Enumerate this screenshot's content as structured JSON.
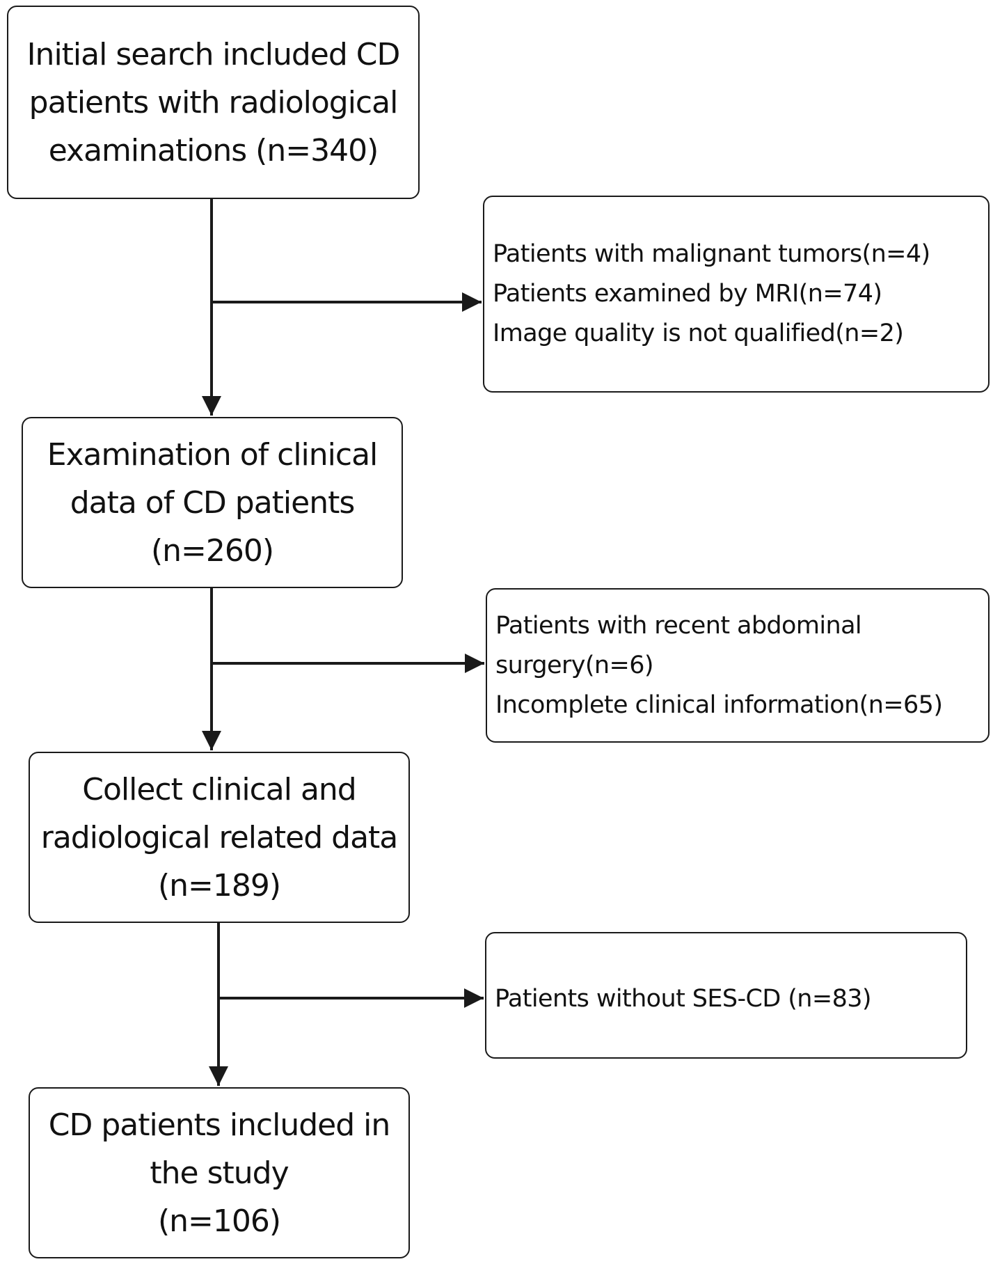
{
  "flowchart": {
    "main_boxes": [
      {
        "lines": [
          "Initial search included CD",
          "patients with radiological",
          "examinations (n=340)"
        ]
      },
      {
        "lines": [
          "Examination of clinical",
          "data of CD patients",
          "(n=260)"
        ]
      },
      {
        "lines": [
          "Collect clinical and",
          "radiological related data",
          "(n=189)"
        ]
      },
      {
        "lines": [
          "CD patients included in",
          "the study",
          "(n=106)"
        ]
      }
    ],
    "exclusion_boxes": [
      {
        "lines": [
          "Patients with malignant tumors(n=4)",
          "Patients examined by MRI(n=74)",
          "Image quality is not qualified(n=2)"
        ]
      },
      {
        "lines": [
          "Patients with recent abdominal",
          "surgery(n=6)",
          "Incomplete clinical information(n=65)"
        ]
      },
      {
        "lines": [
          "Patients without SES-CD (n=83)"
        ]
      }
    ],
    "colors": {
      "stroke": "#1a1a1a",
      "text": "#111111",
      "background": "#ffffff"
    }
  }
}
